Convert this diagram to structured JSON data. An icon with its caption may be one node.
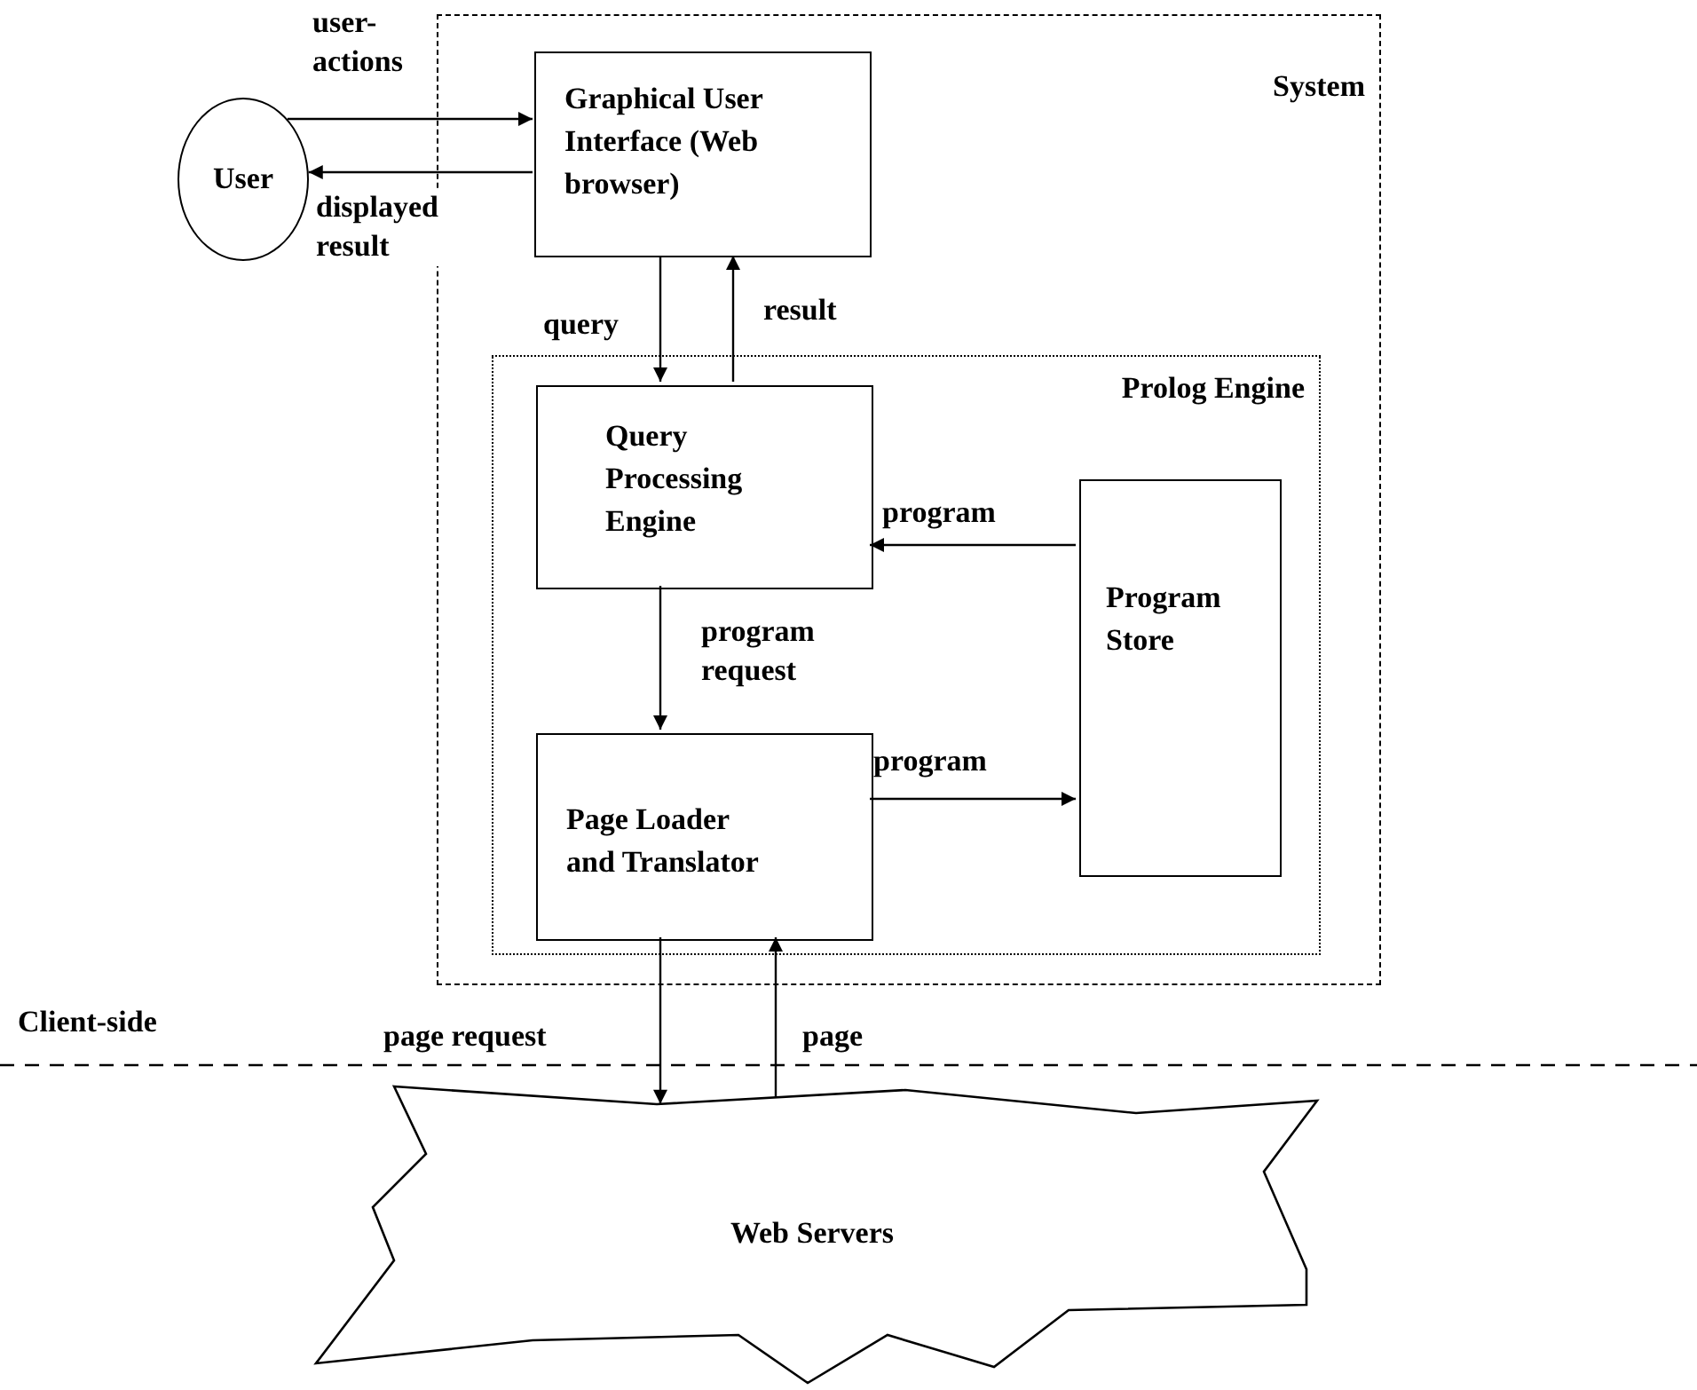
{
  "diagram": {
    "nodes": [
      {
        "text": [
          "System"
        ]
      },
      {
        "text": [
          "User"
        ]
      },
      {
        "text": [
          "Graphical User Interface (Web browser)"
        ],
        "in": 0
      },
      {
        "text": [
          "Prolog Engine"
        ],
        "in": 0
      },
      {
        "text": [
          "Query Processing Engine"
        ],
        "in": 3
      },
      {
        "text": [
          "Program Store"
        ],
        "in": 3
      },
      {
        "text": [
          "Page Loader and Translator"
        ],
        "in": 3
      },
      {
        "text": [
          "Web Servers"
        ]
      }
    ],
    "edges": [
      {
        "from": 1,
        "to": 2,
        "arrow": "to",
        "label": "user- actions"
      },
      {
        "from": 2,
        "to": 1,
        "arrow": "to",
        "label": "displayed result"
      },
      {
        "from": 2,
        "to": 4,
        "arrow": "to",
        "label": "query"
      },
      {
        "from": 4,
        "to": 2,
        "arrow": "to",
        "label": "result"
      },
      {
        "from": 5,
        "to": 4,
        "arrow": "to",
        "label": "program"
      },
      {
        "from": 4,
        "to": 6,
        "arrow": "to",
        "label": "program request"
      },
      {
        "from": 6,
        "to": 5,
        "arrow": "to",
        "label": "program"
      },
      {
        "from": 6,
        "to": 7,
        "arrow": "to",
        "label": "page request"
      },
      {
        "from": 7,
        "to": 6,
        "arrow": "to",
        "label": "page"
      }
    ],
    "labels": [
      "Client-side"
    ]
  }
}
